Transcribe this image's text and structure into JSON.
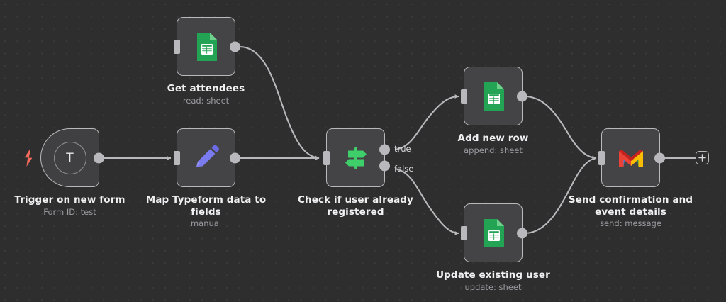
{
  "canvas": {
    "background_color": "#2e2e2e",
    "grid_dot_color": "#3b3b3b",
    "node_fill": "#444446",
    "node_border": "#b9b9bd",
    "edge_color": "#b9b9bd",
    "title_color": "#f0f0f3",
    "subtitle_color": "#9b9ba2"
  },
  "nodes": [
    {
      "id": "trigger",
      "title": "Trigger on new form",
      "subtitle": "Form ID: test",
      "icon": "typeform-trigger-icon",
      "icon_letter": "T",
      "accent": "#f56a5a"
    },
    {
      "id": "map",
      "title": "Map Typeform data to fields",
      "subtitle": "manual",
      "icon": "pencil-icon",
      "accent": "#7b7bf0"
    },
    {
      "id": "get_attendees",
      "title": "Get attendees",
      "subtitle": "read: sheet",
      "icon": "google-sheets-icon",
      "accent": "#23a455"
    },
    {
      "id": "check",
      "title": "Check if user already registered",
      "subtitle": "",
      "icon": "switch-signpost-icon",
      "accent": "#3ecf6b",
      "outputs": [
        "true",
        "false"
      ]
    },
    {
      "id": "add_row",
      "title": "Add new row",
      "subtitle": "append: sheet",
      "icon": "google-sheets-icon",
      "accent": "#23a455"
    },
    {
      "id": "update_user",
      "title": "Update existing user",
      "subtitle": "update: sheet",
      "icon": "google-sheets-icon",
      "accent": "#23a455"
    },
    {
      "id": "send_mail",
      "title": "Send confirmation and event details",
      "subtitle": "send: message",
      "icon": "gmail-icon",
      "accent": "#ea4335"
    }
  ],
  "branch_labels": {
    "true": "true",
    "false": "false"
  },
  "add_node_button": {
    "icon": "plus-icon",
    "label": "+"
  }
}
